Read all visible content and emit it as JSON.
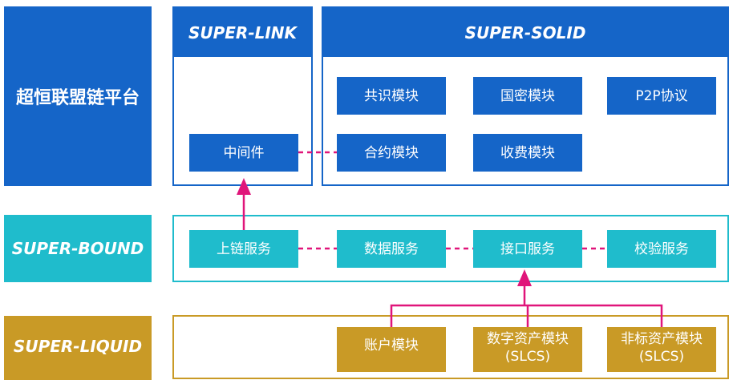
{
  "colors": {
    "blue": "#1565c8",
    "teal": "#1fbccc",
    "gold": "#c99a26",
    "connector": "#e0157a"
  },
  "platform": {
    "label": "超恒联盟链平台",
    "super_link": {
      "title": "SUPER-LINK",
      "modules": [
        "中间件"
      ]
    },
    "super_solid": {
      "title": "SUPER-SOLID",
      "modules": [
        "共识模块",
        "国密模块",
        "P2P协议",
        "合约模块",
        "收费模块"
      ]
    }
  },
  "bound": {
    "label": "SUPER-BOUND",
    "services": [
      "上链服务",
      "数据服务",
      "接口服务",
      "校验服务"
    ]
  },
  "liquid": {
    "label": "SUPER-LIQUID",
    "modules": [
      "账户模块",
      "数字资产模块 (SLCS)",
      "非标资产模块 (SLCS)"
    ]
  }
}
